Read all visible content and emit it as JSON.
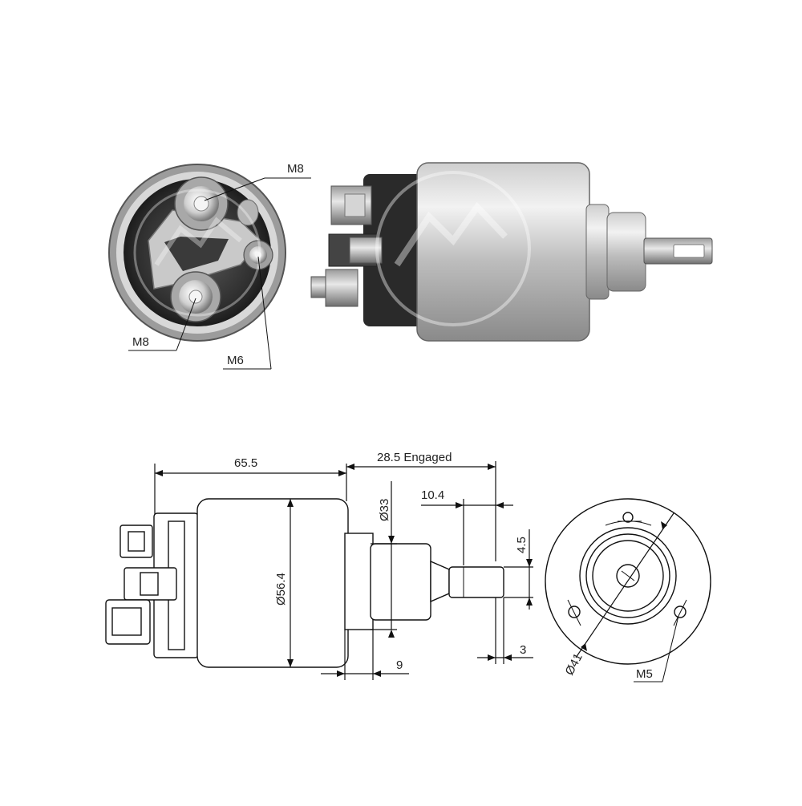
{
  "photo_labels": {
    "top_terminal": "M8",
    "bottom_terminal": "M8",
    "small_terminal": "M6"
  },
  "drawing_labels": {
    "body_length": "65.5",
    "stroke": "28.5 Engaged",
    "plunger_reach": "10.4",
    "boss_diameter": "Ø33",
    "body_diameter": "Ø56.4",
    "slot_width": "4.5",
    "flange_thickness": "9",
    "tip_thickness": "3",
    "bolt_circle": "Ø41",
    "mount_thread": "M5"
  },
  "colors": {
    "metal_light": "#e6e6e6",
    "metal_mid": "#b9b9b9",
    "metal_dark": "#7d7d7d",
    "cap_black": "#2a2a2a",
    "line": "#111111"
  }
}
